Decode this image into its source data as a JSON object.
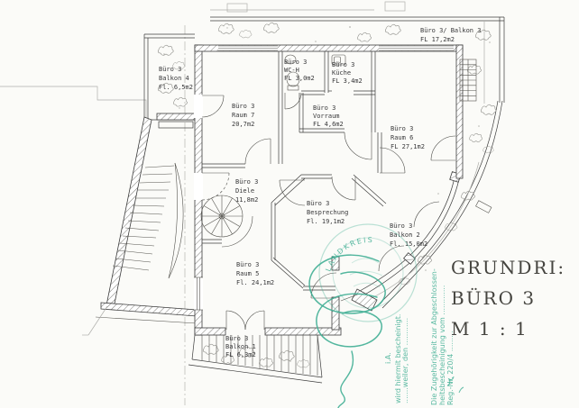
{
  "title_block": {
    "line1": "GRUNDRI:",
    "line2": "BÜRO 3",
    "line3": "M 1 : 1"
  },
  "rooms": {
    "balkon3": {
      "l1": "Büro 3/ Balkon 3",
      "l2": "FL 17,2m2"
    },
    "balkon4": {
      "l1": "Büro 3",
      "l2": "Balkon 4",
      "l3": "Fl. 6,5m2"
    },
    "raum7": {
      "l1": "Büro 3",
      "l2": "Raum 7",
      "l3": "20,7m2"
    },
    "wc": {
      "l1": "Büro 3",
      "l2": "WC-H",
      "l3": "FL 3,0m2"
    },
    "kueche": {
      "l1": "Büro 3",
      "l2": "Küche",
      "l3": "FL 3,4m2"
    },
    "vorraum": {
      "l1": "Büro 3",
      "l2": "Vorraum",
      "l3": "FL 4,6m2"
    },
    "raum6": {
      "l1": "Büro 3",
      "l2": "Raum 6",
      "l3": "FL 27,1m2"
    },
    "diele": {
      "l1": "Büro 3",
      "l2": "Diele",
      "l3": "11,8m2"
    },
    "besprechung": {
      "l1": "Büro 3",
      "l2": "Besprechung",
      "l3": "Fl. 19,1m2"
    },
    "raum5": {
      "l1": "Büro 3",
      "l2": "Raum 5",
      "l3": "Fl. 24,1m2"
    },
    "balkon2": {
      "l1": "Büro 3",
      "l2": "Balkon 2",
      "l3": "Fl. 15,0m2"
    },
    "balkon1": {
      "l1": "Büro 3",
      "l2": "Balkon 1",
      "l3": "FL 6,3m2"
    }
  },
  "stamp": {
    "circle_text": "LANDKREIS",
    "l1": "Die Zugehörigkeit zur Abgeschlossen-",
    "l2": "heitsbescheinigung vom .............",
    "l3": "Reg.-Nr. 220/4 .........",
    "l4": "wird hiermit bescheinigt.",
    "l5": ".......weiler, den ............",
    "l6": "i.A."
  },
  "colors": {
    "ink": "#3c3c3c",
    "paper": "#fbfbf8",
    "stamp_green": "#3fae93"
  }
}
